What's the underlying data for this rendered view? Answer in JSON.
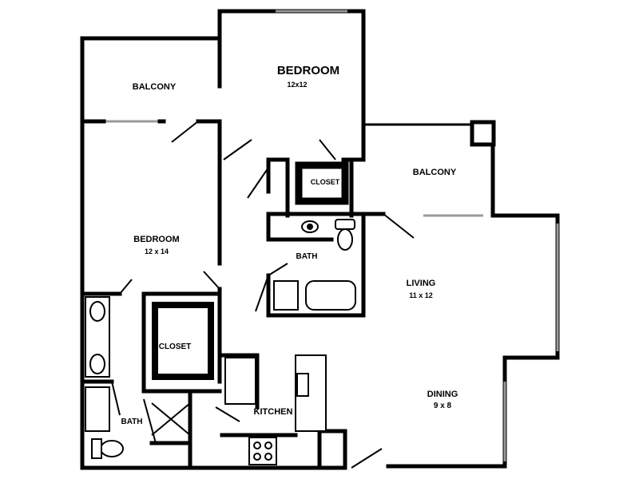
{
  "rooms": {
    "bedroom_top": {
      "name": "BEDROOM",
      "size": "12x12"
    },
    "balcony_left": {
      "name": "BALCONY"
    },
    "balcony_right": {
      "name": "BALCONY"
    },
    "bedroom_left": {
      "name": "BEDROOM",
      "size": "12 x 14"
    },
    "closet_top": {
      "name": "CLOSET"
    },
    "bath_top": {
      "name": "BATH"
    },
    "living": {
      "name": "LIVING",
      "size": "11 x 12"
    },
    "closet_left": {
      "name": "CLOSET"
    },
    "bath_left": {
      "name": "BATH"
    },
    "kitchen": {
      "name": "KITCHEN"
    },
    "dining": {
      "name": "DINING",
      "size": "9 x 8"
    }
  },
  "colors": {
    "wall": "#000000",
    "background": "#ffffff",
    "window": "#b3b3b3"
  }
}
